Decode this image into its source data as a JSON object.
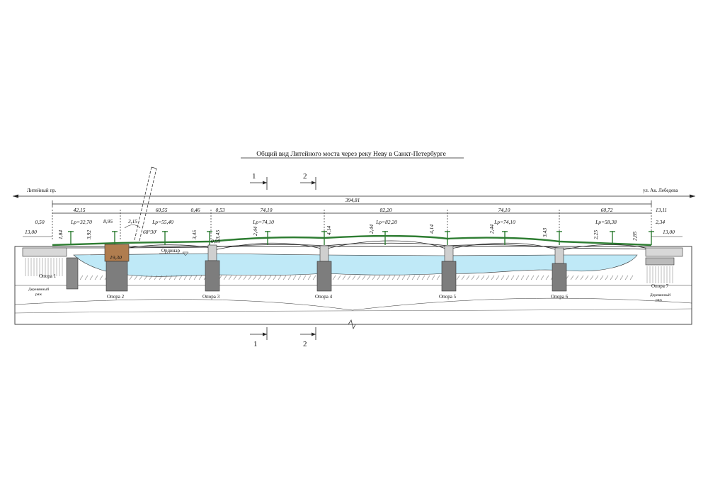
{
  "title": "Общий вид Литейного моста через реку Неву в Санкт-Петербурге",
  "bank_left": "Литейный пр.",
  "bank_right": "ул. Ак. Лебедева",
  "total_length": "394,81",
  "sections": [
    "1",
    "2"
  ],
  "top_dims": [
    "0,50",
    "42,15",
    "60,55",
    "0,46",
    "0,53",
    "74,10",
    "82,20",
    "74,10",
    "60,72",
    "13,11"
  ],
  "end_dims": [
    "13,00",
    "13,00",
    "2,34"
  ],
  "span_labels": [
    "Lp=32,70",
    "Lp=55,40",
    "Lp=74,10",
    "Lp=82,20",
    "Lp=74,10",
    "Lp=58,38"
  ],
  "small_dims": [
    "8,95",
    "3,15"
  ],
  "angle": "68°30'",
  "vertical_dims": [
    "1,84",
    "3,92",
    "3,45",
    "3,45",
    "2,44",
    "4,14",
    "2,44",
    "4,14",
    "2,44",
    "3,43",
    "2,25",
    "2,85"
  ],
  "drawbridge_dims": [
    "0,99",
    "19,30"
  ],
  "water_label": "Ординар",
  "supports": [
    "Опора 1",
    "Опора 2",
    "Опора 3",
    "Опора 4",
    "Опора 5",
    "Опора 6",
    "Опора 7"
  ],
  "timber_crib_left": [
    "Деревянный",
    "ряж"
  ],
  "timber_crib_right": [
    "Деревянный",
    "ряж"
  ],
  "colors": {
    "water": "#bfe9f7",
    "deck": "#2e7d32",
    "pier": "#7d7d7d",
    "drawbridge_pier": "#b07d4f",
    "line": "#222222"
  }
}
